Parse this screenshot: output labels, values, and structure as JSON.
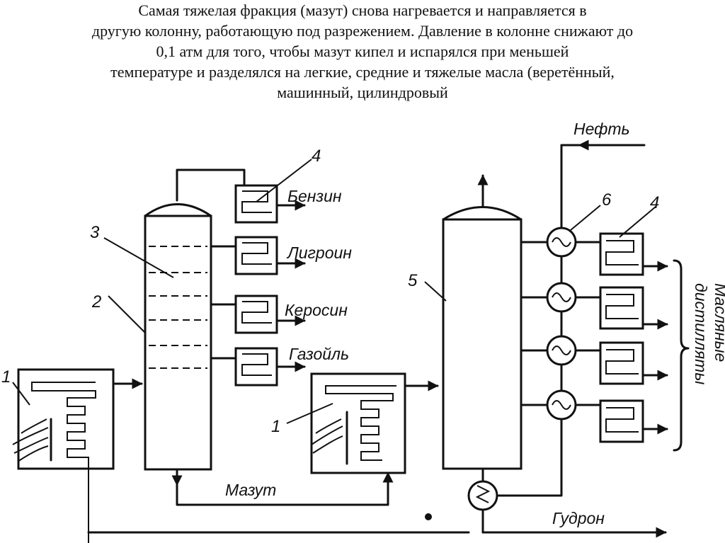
{
  "caption": {
    "lines": [
      "Самая тяжелая фракция (мазут) снова нагревается и направляется в",
      "другую колонну, работающую под разрежением. Давление в колонне снижают до",
      "0,1 атм для того, чтобы мазут кипел и испарялся при меньшей",
      "температуре и разделялся на легкие, средние и тяжелые масла (веретённый,",
      "машинный, цилиндровый"
    ]
  },
  "diagram": {
    "numbers": {
      "furnace_left": "1",
      "furnace_right": "1",
      "column_left": "2",
      "trays": "3",
      "condenser_top_left": "4",
      "condenser_top_right": "4",
      "column_right": "5",
      "heat_exchanger": "6"
    },
    "products": {
      "benzin": "Бензин",
      "ligroin": "Лигроин",
      "kerosin": "Керосин",
      "gazoil": "Газойль",
      "mazut": "Мазут",
      "gudron": "Гудрон",
      "neft": "Нефть",
      "oil_distillates_line1": "Масляные",
      "oil_distillates_line2": "дистилляты"
    }
  }
}
